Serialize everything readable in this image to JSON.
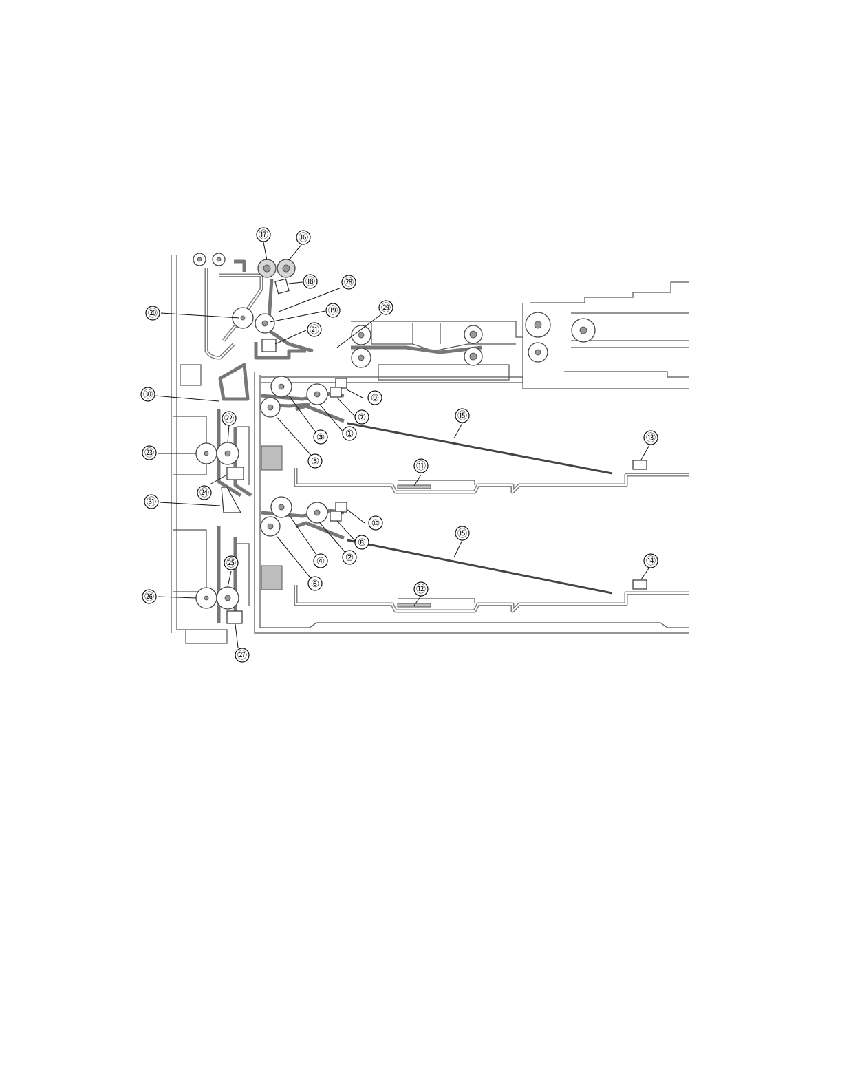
{
  "diagram": {
    "callouts": [
      {
        "id": "c1",
        "label": "①"
      },
      {
        "id": "c2",
        "label": "②"
      },
      {
        "id": "c3",
        "label": "③"
      },
      {
        "id": "c4",
        "label": "④"
      },
      {
        "id": "c5",
        "label": "⑤"
      },
      {
        "id": "c6",
        "label": "⑥"
      },
      {
        "id": "c7",
        "label": "⑦"
      },
      {
        "id": "c8",
        "label": "⑧"
      },
      {
        "id": "c9",
        "label": "⑨"
      },
      {
        "id": "c10",
        "label": "⑩"
      },
      {
        "id": "c11",
        "label": "⑪"
      },
      {
        "id": "c12",
        "label": "⑫"
      },
      {
        "id": "c13",
        "label": "⑬"
      },
      {
        "id": "c14",
        "label": "⑭"
      },
      {
        "id": "c15a",
        "label": "⑮"
      },
      {
        "id": "c15b",
        "label": "⑮"
      },
      {
        "id": "c16",
        "label": "⑯"
      },
      {
        "id": "c17",
        "label": "⑰"
      },
      {
        "id": "c18",
        "label": "⑱"
      },
      {
        "id": "c19",
        "label": "⑲"
      },
      {
        "id": "c20",
        "label": "⑳"
      },
      {
        "id": "c21",
        "label": "㉑"
      },
      {
        "id": "c22",
        "label": "㉒"
      },
      {
        "id": "c23",
        "label": "㉓"
      },
      {
        "id": "c24",
        "label": "㉔"
      },
      {
        "id": "c25",
        "label": "㉕"
      },
      {
        "id": "c26",
        "label": "㉖"
      },
      {
        "id": "c27",
        "label": "㉗"
      },
      {
        "id": "c28",
        "label": "㉘"
      },
      {
        "id": "c29",
        "label": "㉙"
      },
      {
        "id": "c30",
        "label": "㉚"
      },
      {
        "id": "c31",
        "label": "㉛"
      }
    ],
    "colors": {
      "line": "#555555",
      "guide": "#777777",
      "fill": "#bdbdbd",
      "footer_rule": "#1a3fa8"
    }
  }
}
